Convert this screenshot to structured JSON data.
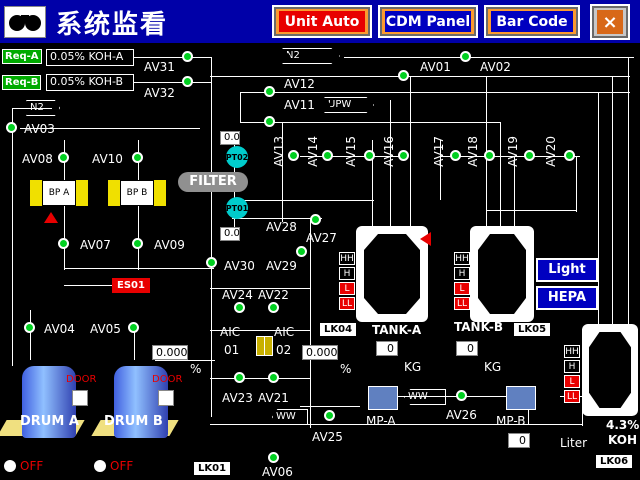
{
  "header": {
    "title": "系统监看",
    "buttons": [
      {
        "label": "Unit Auto",
        "bg": "#e80000"
      },
      {
        "label": "CDM Panel",
        "bg": "#0000c0"
      },
      {
        "label": "Bar Code",
        "bg": "#0000c0"
      }
    ],
    "close_glyph": "×"
  },
  "requests": [
    {
      "tag": "Req-A",
      "value": "0.05% KOH-A"
    },
    {
      "tag": "Req-B",
      "value": "0.05% KOH-B"
    }
  ],
  "gas": {
    "n2_top": "N2",
    "n2_left": "N2",
    "upw": "UPW"
  },
  "valves": {
    "av01": "AV01",
    "av02": "AV02",
    "av03": "AV03",
    "av04": "AV04",
    "av05": "AV05",
    "av06": "AV06",
    "av07": "AV07",
    "av08": "AV08",
    "av09": "AV09",
    "av10": "AV10",
    "av11": "AV11",
    "av12": "AV12",
    "av13": "AV13",
    "av14": "AV14",
    "av15": "AV15",
    "av16": "AV16",
    "av17": "AV17",
    "av18": "AV18",
    "av19": "AV19",
    "av20": "AV20",
    "av21": "AV21",
    "av22": "AV22",
    "av23": "AV23",
    "av24": "AV24",
    "av25": "AV25",
    "av26": "AV26",
    "av27": "AV27",
    "av28": "AV28",
    "av29": "AV29",
    "av30": "AV30",
    "av31": "AV31",
    "av32": "AV32"
  },
  "pressure": {
    "pt01_label": "PT01",
    "pt02_label": "PT02",
    "pt01_value": "0.0",
    "pt02_value": "0.0"
  },
  "filter": "FILTER",
  "pumps": {
    "bpa": "BP A",
    "bpb": "BP B",
    "mpa": "MP-A",
    "mpb": "MP-B"
  },
  "es01": "ES01",
  "aic": {
    "aic01": "AIC",
    "aic01n": "01",
    "aic02": "AIC",
    "aic02n": "02"
  },
  "flow": {
    "left_value": "0.000",
    "left_unit": "%",
    "mid_value": "0.000",
    "mid_unit": "%",
    "ww": "WW"
  },
  "tanks": {
    "a": {
      "name": "TANK-A",
      "value": "0",
      "unit": "KG",
      "lock": "LK04"
    },
    "b": {
      "name": "TANK-B",
      "value": "0",
      "unit": "KG",
      "lock": "LK05"
    },
    "koh": {
      "percent": "4.3%",
      "name": "KOH",
      "value": "0",
      "unit": "Liter",
      "lock": "LK06"
    }
  },
  "levels": [
    "HH",
    "H",
    "L",
    "LL"
  ],
  "side_buttons": {
    "light": "Light",
    "hepa": "HEPA"
  },
  "drums": {
    "a": {
      "name": "DRUM A",
      "door": "DOOR",
      "status": "OFF"
    },
    "b": {
      "name": "DRUM B",
      "door": "DOOR",
      "status": "OFF"
    }
  },
  "lk01": "LK01",
  "colors": {
    "valve_on": "#00d020",
    "alarm": "#e80000",
    "pipe": "#ffffff",
    "accent_blue": "#0000c0"
  }
}
